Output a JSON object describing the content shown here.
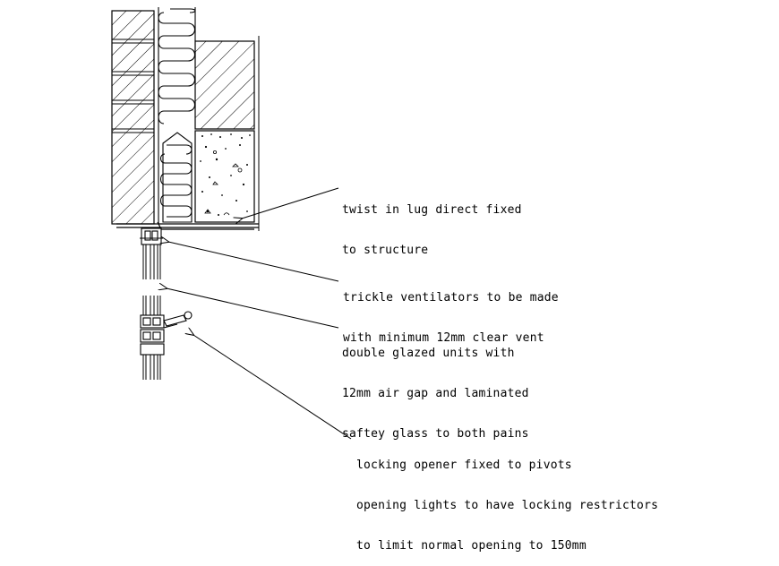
{
  "annotations": [
    {
      "id": "lug",
      "lines": [
        "twist in lug direct fixed",
        "to structure"
      ]
    },
    {
      "id": "vent",
      "lines": [
        "trickle ventilators to be made",
        "with minimum 12mm clear vent"
      ]
    },
    {
      "id": "glazing",
      "lines": [
        "double glazed units with",
        "12mm air gap and laminated",
        "saftey glass to both pains"
      ]
    },
    {
      "id": "opener",
      "lines": [
        "locking opener fixed to pivots",
        "opening lights to have locking restrictors",
        "to limit normal opening to 150mm"
      ]
    }
  ]
}
